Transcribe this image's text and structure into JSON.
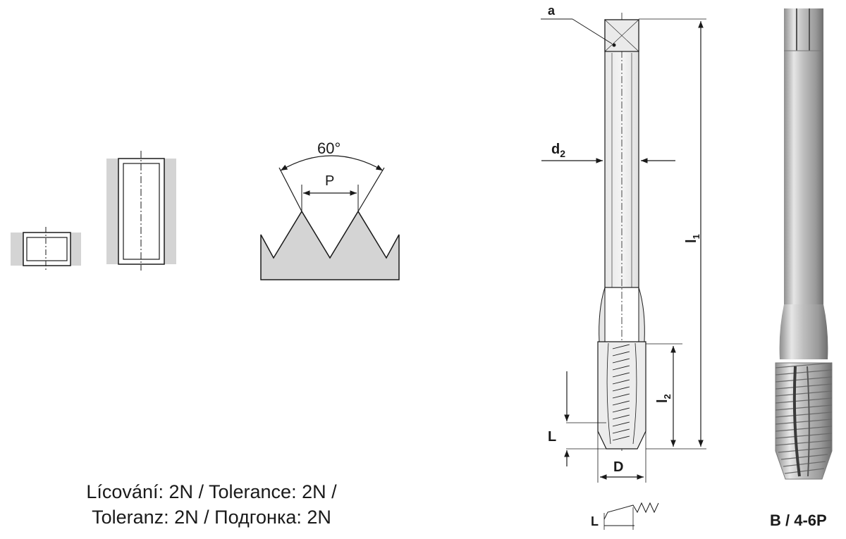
{
  "thread_angle": {
    "angle": "60°",
    "pitch": "P"
  },
  "tap_dimensions": {
    "a": "a",
    "d": "d",
    "d_sub": "2",
    "l1": "l",
    "l1_sub": "1",
    "l2": "l",
    "l2_sub": "2",
    "L": "L",
    "D": "D",
    "L_detail": "L"
  },
  "caption": {
    "line1": "Lícování: 2N / Tolerance: 2N /",
    "line2": "Toleranz: 2N / Подгонка: 2N"
  },
  "product_code": "B / 4-6P",
  "colors": {
    "material_fill": "#d4d4d4",
    "line": "#1a1a1a",
    "tap_metal": "#b8b8b8"
  }
}
